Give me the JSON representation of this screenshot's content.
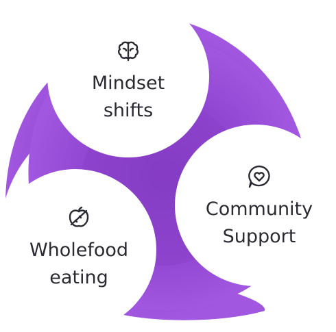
{
  "diagram": {
    "segments": [
      {
        "label_line1": "Mindset",
        "label_line2": "shifts",
        "icon": "brain-icon"
      },
      {
        "label_line1": "Community",
        "label_line2": "Support",
        "icon": "heart-chat-icon"
      },
      {
        "label_line1": "Wholefood",
        "label_line2": "eating",
        "icon": "apple-icon"
      }
    ],
    "colors": {
      "accent": "#9b4fd8",
      "accent_dark": "#8a3fc8",
      "node_fill": "#ffffff",
      "text": "#2a2a33"
    }
  }
}
